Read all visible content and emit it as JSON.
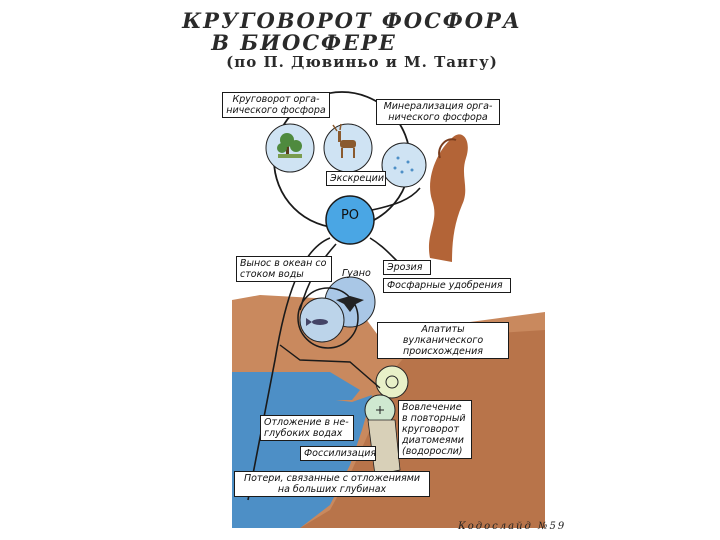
{
  "title": {
    "line1": "КРУГОВОРОТ ФОСФОРА",
    "line2": "В БИОСФЕРЕ",
    "line3": "(по П. Дювиньо и М. Тангу)"
  },
  "labels": {
    "organic_cycle": "Круговорот орга-нического фосфора",
    "mineralization": "Минерализация орга-нического фосфора",
    "excretion": "Экскреции",
    "phosphate": "PO",
    "runoff": "Вынос в океан со стоком воды",
    "guano": "Гуано",
    "erosion": "Эрозия",
    "fertilizers": "Фосфарные удобрения",
    "apatites": "Апатиты вулканического происхождения",
    "deposition_shallow": "Отложение в не-глубоких водах",
    "involvement": "Вовлечение в повторный круговорот диатомеями (водоросли)",
    "fossilization": "Фоссилизация",
    "losses": "Потери, связанные с отложениями на больших глубинах"
  },
  "footer": "Кодослайд №59",
  "colors": {
    "water": "#4d8fc6",
    "land": "#c9895e",
    "circle": "#cfe3f3",
    "po_circle": "#4aa6e4",
    "smoke": "#b36437",
    "plant": "#4f8a3e"
  },
  "icons": [
    "tree-icon",
    "deer-icon",
    "bird-icon",
    "fish-icon",
    "volcano-smoke-icon",
    "diatom-icon"
  ]
}
